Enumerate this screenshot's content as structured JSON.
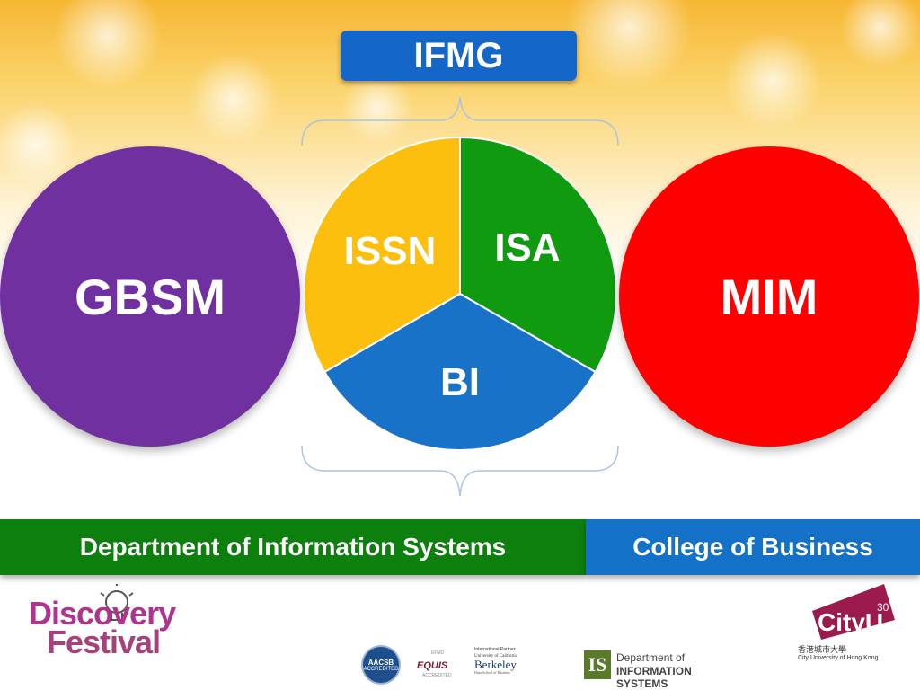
{
  "header": {
    "title": "IFMG"
  },
  "circles": {
    "left": "GBSM",
    "right": "MIM"
  },
  "pie": {
    "slices": [
      {
        "label": "ISA",
        "color": "#0f9a0f"
      },
      {
        "label": "BI",
        "color": "#1872c8"
      },
      {
        "label": "ISSN",
        "color": "#fdbf0d"
      }
    ]
  },
  "footer": {
    "department": "Department of Information Systems",
    "college": "College of Business"
  },
  "logos": {
    "discovery": {
      "line1": "Discovery",
      "line2": "Festival"
    },
    "aacsb": {
      "name": "AACSB",
      "sub": "ACCREDITED"
    },
    "equis": {
      "name": "EQUIS",
      "top": "EFMD",
      "bottom": "ACCREDITED"
    },
    "berkeley": {
      "line1": "International Partner:",
      "line2": "University of California",
      "name": "Berkeley",
      "line4": "Haas School of Business"
    },
    "department": {
      "mark": "IS",
      "line1": "Department of",
      "line2": "INFORMATION SYSTEMS"
    },
    "cityu": {
      "word": "CityU",
      "number": "30",
      "chinese": "香港城市大學",
      "english": "City University of Hong Kong"
    }
  },
  "colors": {
    "ifmg_box": "#1467c8",
    "gbsm": "#7030a0",
    "mim": "#ff0000",
    "dept_bar": "#0d7f0d",
    "college_bar": "#1372c8"
  }
}
